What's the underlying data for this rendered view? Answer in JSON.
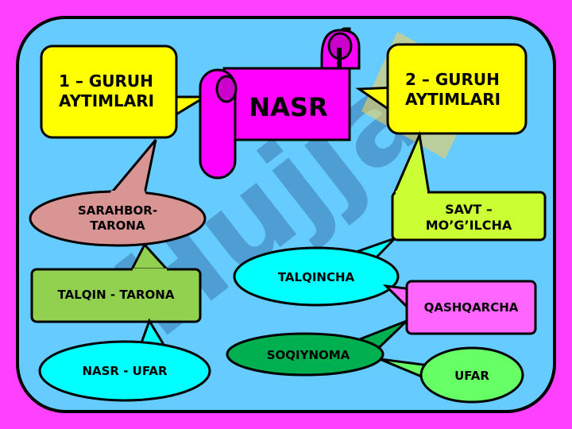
{
  "center": {
    "label": "NASR"
  },
  "groups": [
    {
      "label": "1 – GURUH\nAYTIMLARI"
    },
    {
      "label": "2 – GURUH\nAYTIMLARI"
    }
  ],
  "items": {
    "sarahbor": "SARAHBOR-\nTARONA",
    "talqin_tarona": "TALQIN - TARONA",
    "nasr_ufar": "NASR - UFAR",
    "savt": "SAVT –\nMO’G’ILCHA",
    "talqincha": "TALQINCHA",
    "qashqarcha": "QASHQARCHA",
    "soqiynoma": "SOQIYNOMA",
    "ufar": "UFAR"
  },
  "watermark": {
    "text": "Hujjat"
  },
  "colors": {
    "frame": "#ff40ff",
    "panel": "#66ccff",
    "yellow": "#ffff00",
    "magenta": "#ff00ff",
    "pink": "#d99494",
    "green": "#92d050",
    "cyan": "#00ffff",
    "lime": "#ccff33",
    "violet": "#ff66ff",
    "darkgreen": "#00b050",
    "lightgreen": "#66ff66"
  }
}
